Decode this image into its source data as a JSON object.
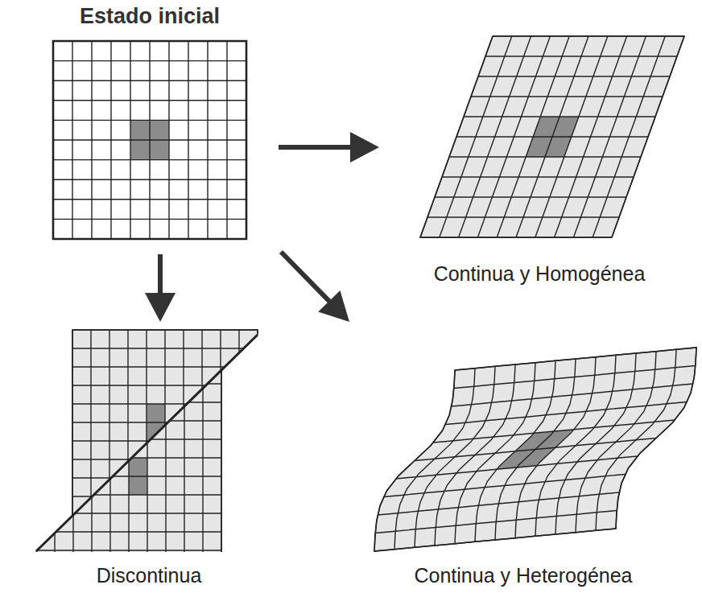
{
  "diagram": {
    "nodes": [
      {
        "text": [
          "Estado inicial"
        ]
      },
      {
        "text": [
          "Continua y Homogénea"
        ]
      },
      {
        "text": [
          "Discontinua"
        ]
      },
      {
        "text": [
          "Continua y Heterogénea"
        ]
      }
    ],
    "edges": [
      {
        "from": 0,
        "to": 1,
        "arrow": "to"
      },
      {
        "from": 0,
        "to": 2,
        "arrow": "to"
      },
      {
        "from": 0,
        "to": 3,
        "arrow": "to"
      }
    ]
  }
}
